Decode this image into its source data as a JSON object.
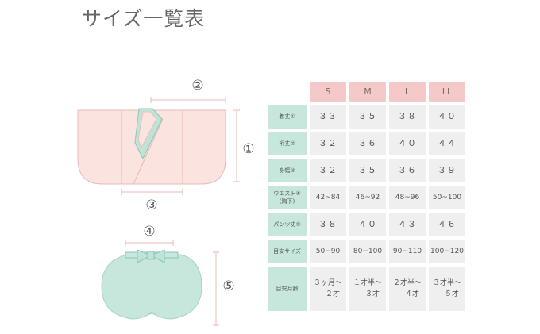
{
  "title": "サイズ一覧表",
  "markers": {
    "m1": "①",
    "m2": "②",
    "m3": "③",
    "m4": "④",
    "m5": "⑤"
  },
  "table": {
    "sizes": [
      "S",
      "M",
      "L",
      "LL"
    ],
    "rows": [
      {
        "label": "着丈①",
        "values": [
          "３３",
          "３５",
          "３８",
          "４０"
        ]
      },
      {
        "label": "裄丈②",
        "values": [
          "３２",
          "３６",
          "４０",
          "４４"
        ]
      },
      {
        "label": "身幅③",
        "values": [
          "３２",
          "３５",
          "３６",
          "３９"
        ]
      },
      {
        "label": "ウエスト④",
        "sublabel": "(胸下)",
        "values": [
          "42~84",
          "46~92",
          "48~96",
          "50~100"
        ]
      },
      {
        "label": "パンツ丈⑤",
        "values": [
          "３８",
          "４０",
          "４３",
          "４６"
        ]
      },
      {
        "label": "目安サイズ",
        "values": [
          "50−90",
          "80−100",
          "90−110",
          "100−120"
        ]
      },
      {
        "label": "目安月齢",
        "values": [
          [
            "３ヶ月～",
            "２才"
          ],
          [
            "１才半～",
            "３才"
          ],
          [
            "２才半～",
            "４才"
          ],
          [
            "３才半～",
            "５才"
          ]
        ]
      }
    ]
  },
  "colors": {
    "pink": "#f6c9c9",
    "mint": "#c7e6dc",
    "cell": "#efefef"
  }
}
